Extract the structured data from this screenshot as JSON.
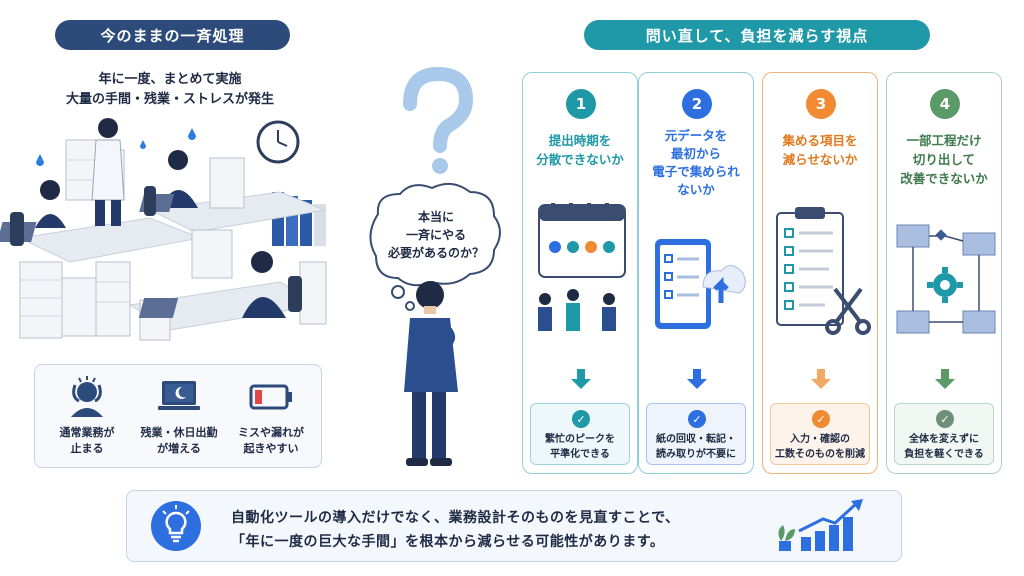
{
  "left": {
    "header": "今のままの一斉処理",
    "subtitle_1": "年に一度、まとめて実施",
    "subtitle_2": "大量の手間・残業・ストレスが発生",
    "effects": [
      {
        "icon": "stressed-person-icon",
        "label": "通常業務が\n止まる"
      },
      {
        "icon": "laptop-moon-icon",
        "label": "残業・休日出勤\nが増える"
      },
      {
        "icon": "low-battery-icon",
        "label": "ミスや漏れが\n起きやすい"
      }
    ]
  },
  "center": {
    "thought": "本当に\n一斉にやる\n必要があるのか？"
  },
  "right": {
    "header": "問い直して、負担を減らす視点",
    "cards": [
      {
        "number": "1",
        "title": "提出時期を\n分散できないか",
        "result": "繁忙のピークを\n平準化できる",
        "icon": "calendar-team-icon",
        "color": "#1f98a8"
      },
      {
        "number": "2",
        "title": "元データを\n最初から\n電子で集められ\nないか",
        "result": "紙の回収・転記・\n読み取りが不要に",
        "icon": "tablet-cloud-upload-icon",
        "color": "#2d6fe0"
      },
      {
        "number": "3",
        "title": "集める項目を\n減らせないか",
        "result": "入力・確認の\n工数そのものを削減",
        "icon": "clipboard-scissors-icon",
        "color": "#f08a33"
      },
      {
        "number": "4",
        "title": "一部工程だけ\n切り出して\n改善できないか",
        "result": "全体を変えずに\n負担を軽くできる",
        "icon": "process-flow-gear-icon",
        "color": "#5a9a66"
      }
    ]
  },
  "bottom": {
    "line_1": "自動化ツールの導入だけでなく、業務設計そのものを見直すことで、",
    "line_2": "「年に一度の巨大な手間」を根本から減らせる可能性があります。",
    "icon": "lightbulb-icon"
  },
  "colors": {
    "navy": "#2c4a7a",
    "teal": "#1f98a8",
    "blue": "#2d6fe0",
    "orange": "#f08a33",
    "green": "#5a9a66"
  }
}
